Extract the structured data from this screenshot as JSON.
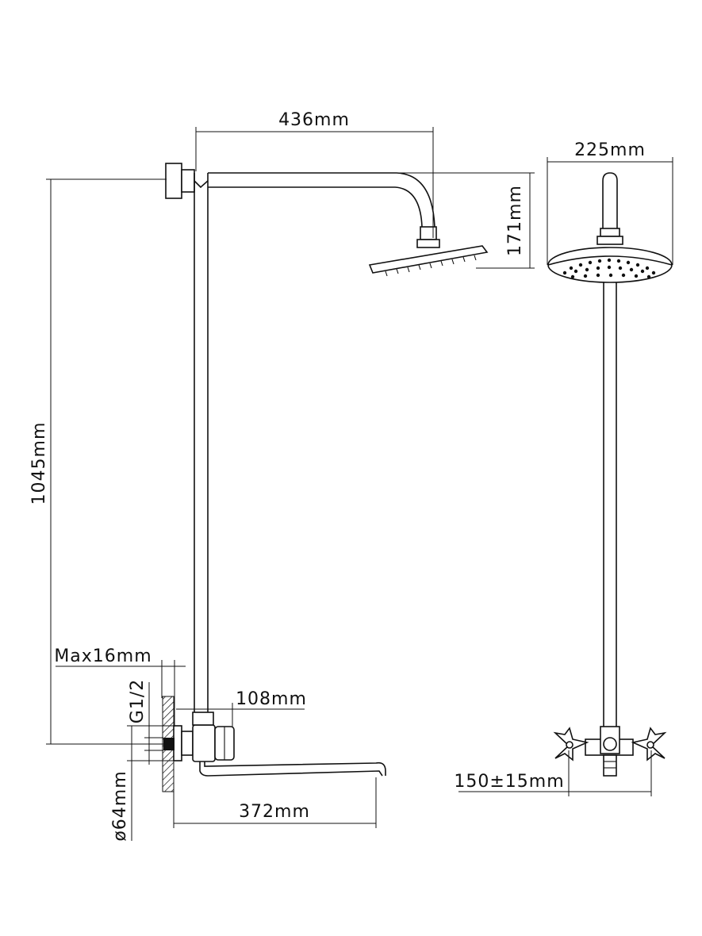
{
  "dimensions": {
    "arm_reach": "436mm",
    "head_diameter": "225mm",
    "arm_drop": "171mm",
    "total_height": "1045mm",
    "wall_max": "Max16mm",
    "thread": "G1/2",
    "mixer_offset": "108mm",
    "spout_length": "372mm",
    "flange_diameter": "ø64mm",
    "center_distance": "150±15mm"
  },
  "colors": {
    "line": "#111111",
    "background": "#ffffff"
  }
}
